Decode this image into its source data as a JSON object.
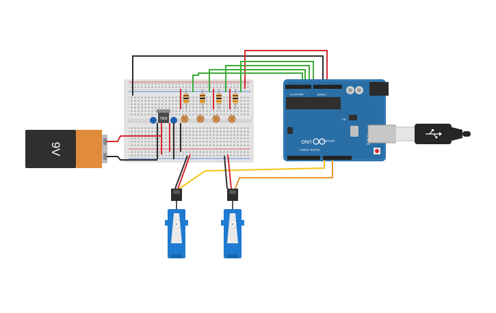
{
  "battery": {
    "label": "9V"
  },
  "arduino": {
    "model": "UNO",
    "brand": "ARDUINO",
    "digital_label": "DIGITAL (PWM~)",
    "analog_label": "ANALOG IN",
    "power_label": "POWER",
    "tx_label": "TX",
    "rx_label": "RX",
    "l_label": "L",
    "on_label": "ON"
  },
  "regulator": {
    "label": "7805"
  },
  "colors": {
    "wire_red": "#d8262e",
    "wire_black": "#2b2b2b",
    "wire_green": "#3aaa35",
    "wire_yellow": "#f2c318",
    "wire_orange": "#e6962a",
    "arduino_blue": "#2a6ea6",
    "servo_blue": "#1f7ad1",
    "battery_orange": "#e08c3b"
  }
}
